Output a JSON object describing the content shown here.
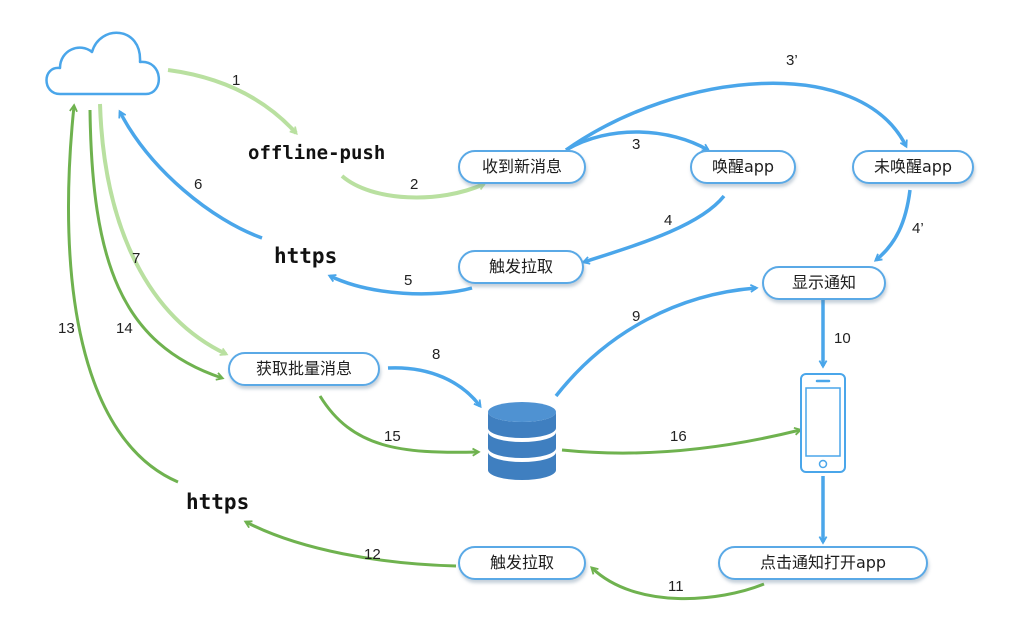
{
  "nodes": {
    "receive": "收到新消息",
    "wake": "唤醒app",
    "not_wake": "未唤醒app",
    "trigger_pull_top": "触发拉取",
    "show_notification": "显示通知",
    "fetch_batch": "获取批量消息",
    "trigger_pull_bottom": "触发拉取",
    "tap_notification": "点击通知打开app"
  },
  "labels": {
    "offline_push": "offline-push",
    "https_top": "https",
    "https_bottom": "https"
  },
  "edges": {
    "e1": "1",
    "e2": "2",
    "e3": "3",
    "e3p": "3’",
    "e4": "4",
    "e4p": "4’",
    "e5": "5",
    "e6": "6",
    "e7": "7",
    "e8": "8",
    "e9": "9",
    "e10": "10",
    "e11": "11",
    "e12": "12",
    "e13": "13",
    "e14": "14",
    "e15": "15",
    "e16": "16"
  },
  "icons": {
    "cloud": "cloud-icon",
    "database": "database-icon",
    "phone": "phone-icon"
  },
  "colors": {
    "blue": "#4aa6ea",
    "light_green": "#b9e0a0",
    "green": "#6fb24f",
    "node_border": "#5aa9e6",
    "database": "#3f7fc0"
  }
}
